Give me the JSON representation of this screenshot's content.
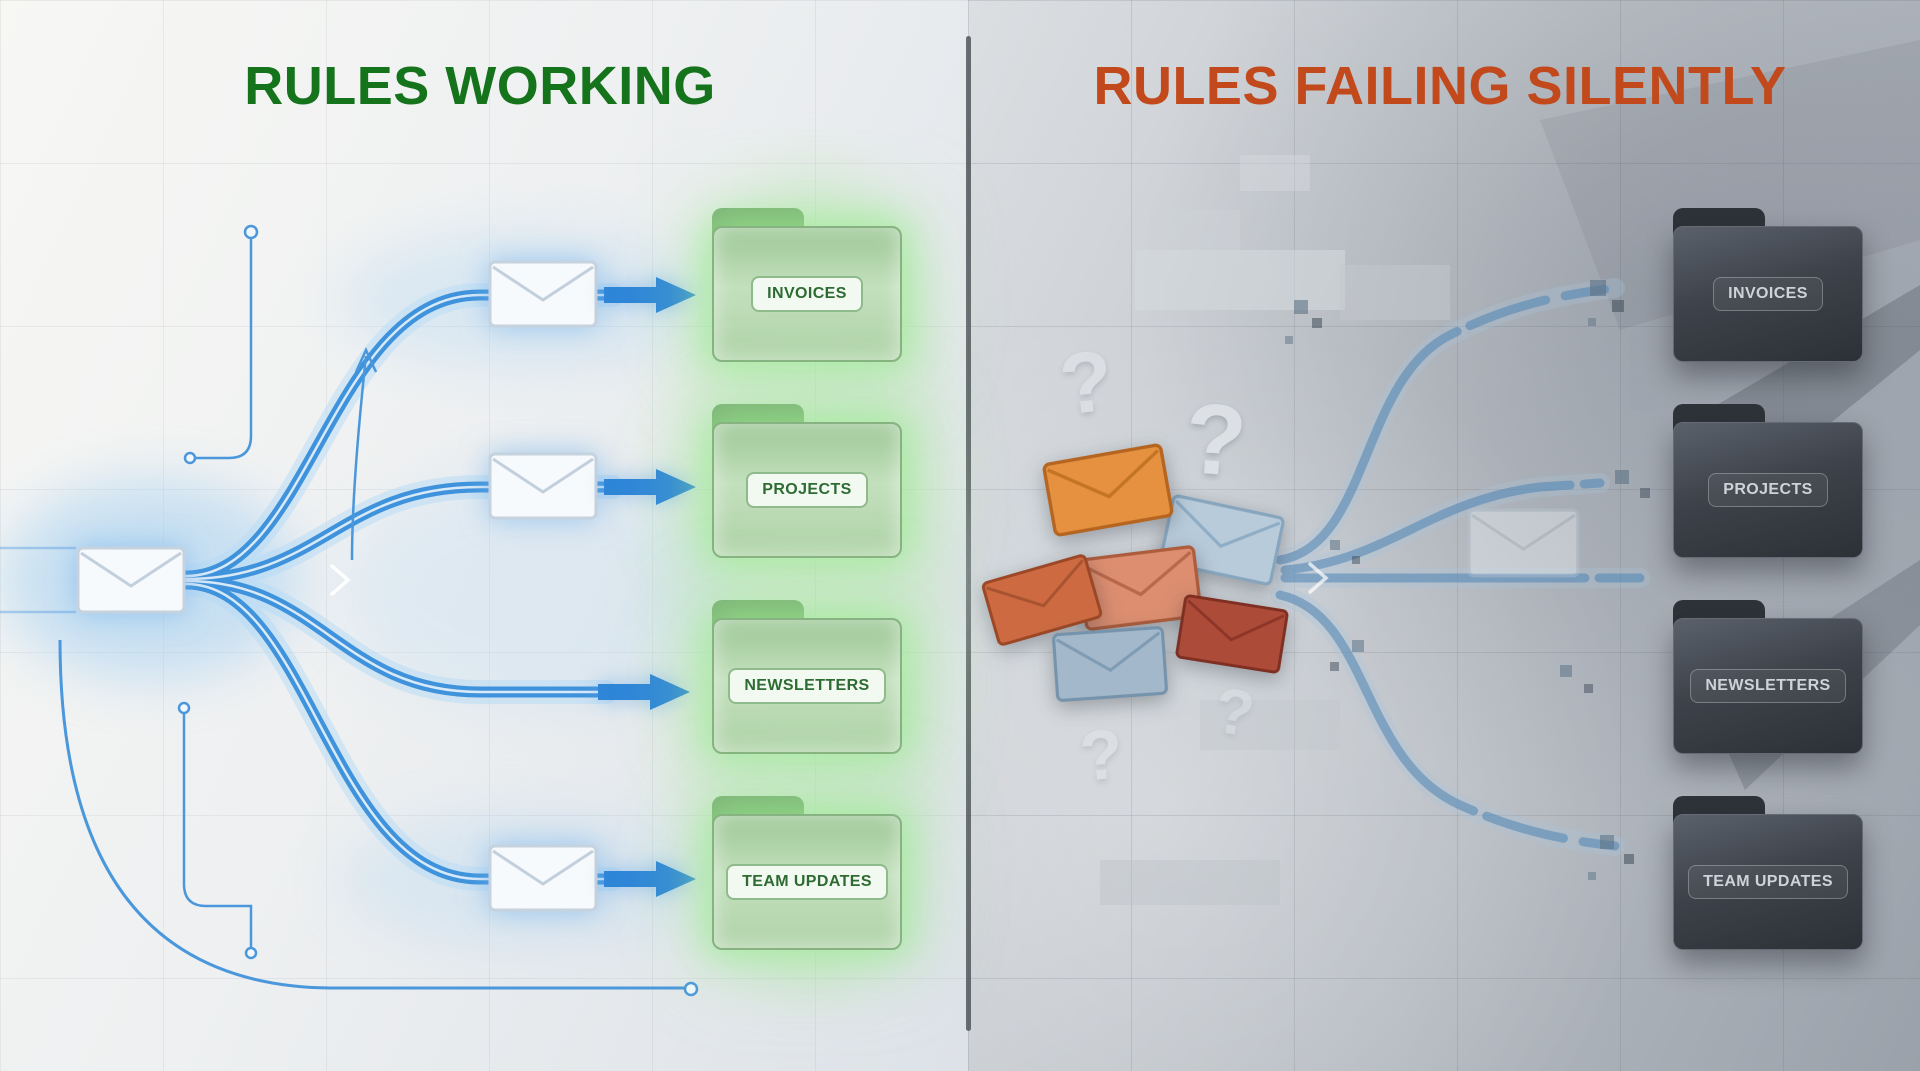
{
  "left": {
    "title": "RULES WORKING",
    "folders": [
      "INVOICES",
      "PROJECTS",
      "NEWSLETTERS",
      "TEAM UPDATES"
    ]
  },
  "right": {
    "title": "RULES FAILING SILENTLY",
    "folders": [
      "INVOICES",
      "PROJECTS",
      "NEWSLETTERS",
      "TEAM UPDATES"
    ],
    "question_mark": "?"
  },
  "colors": {
    "title_green": "#15731c",
    "title_orange": "#c2491b",
    "flow_blue": "#3f93dc",
    "folder_green": "#a9cfa4",
    "folder_dark": "#3a3f46"
  }
}
